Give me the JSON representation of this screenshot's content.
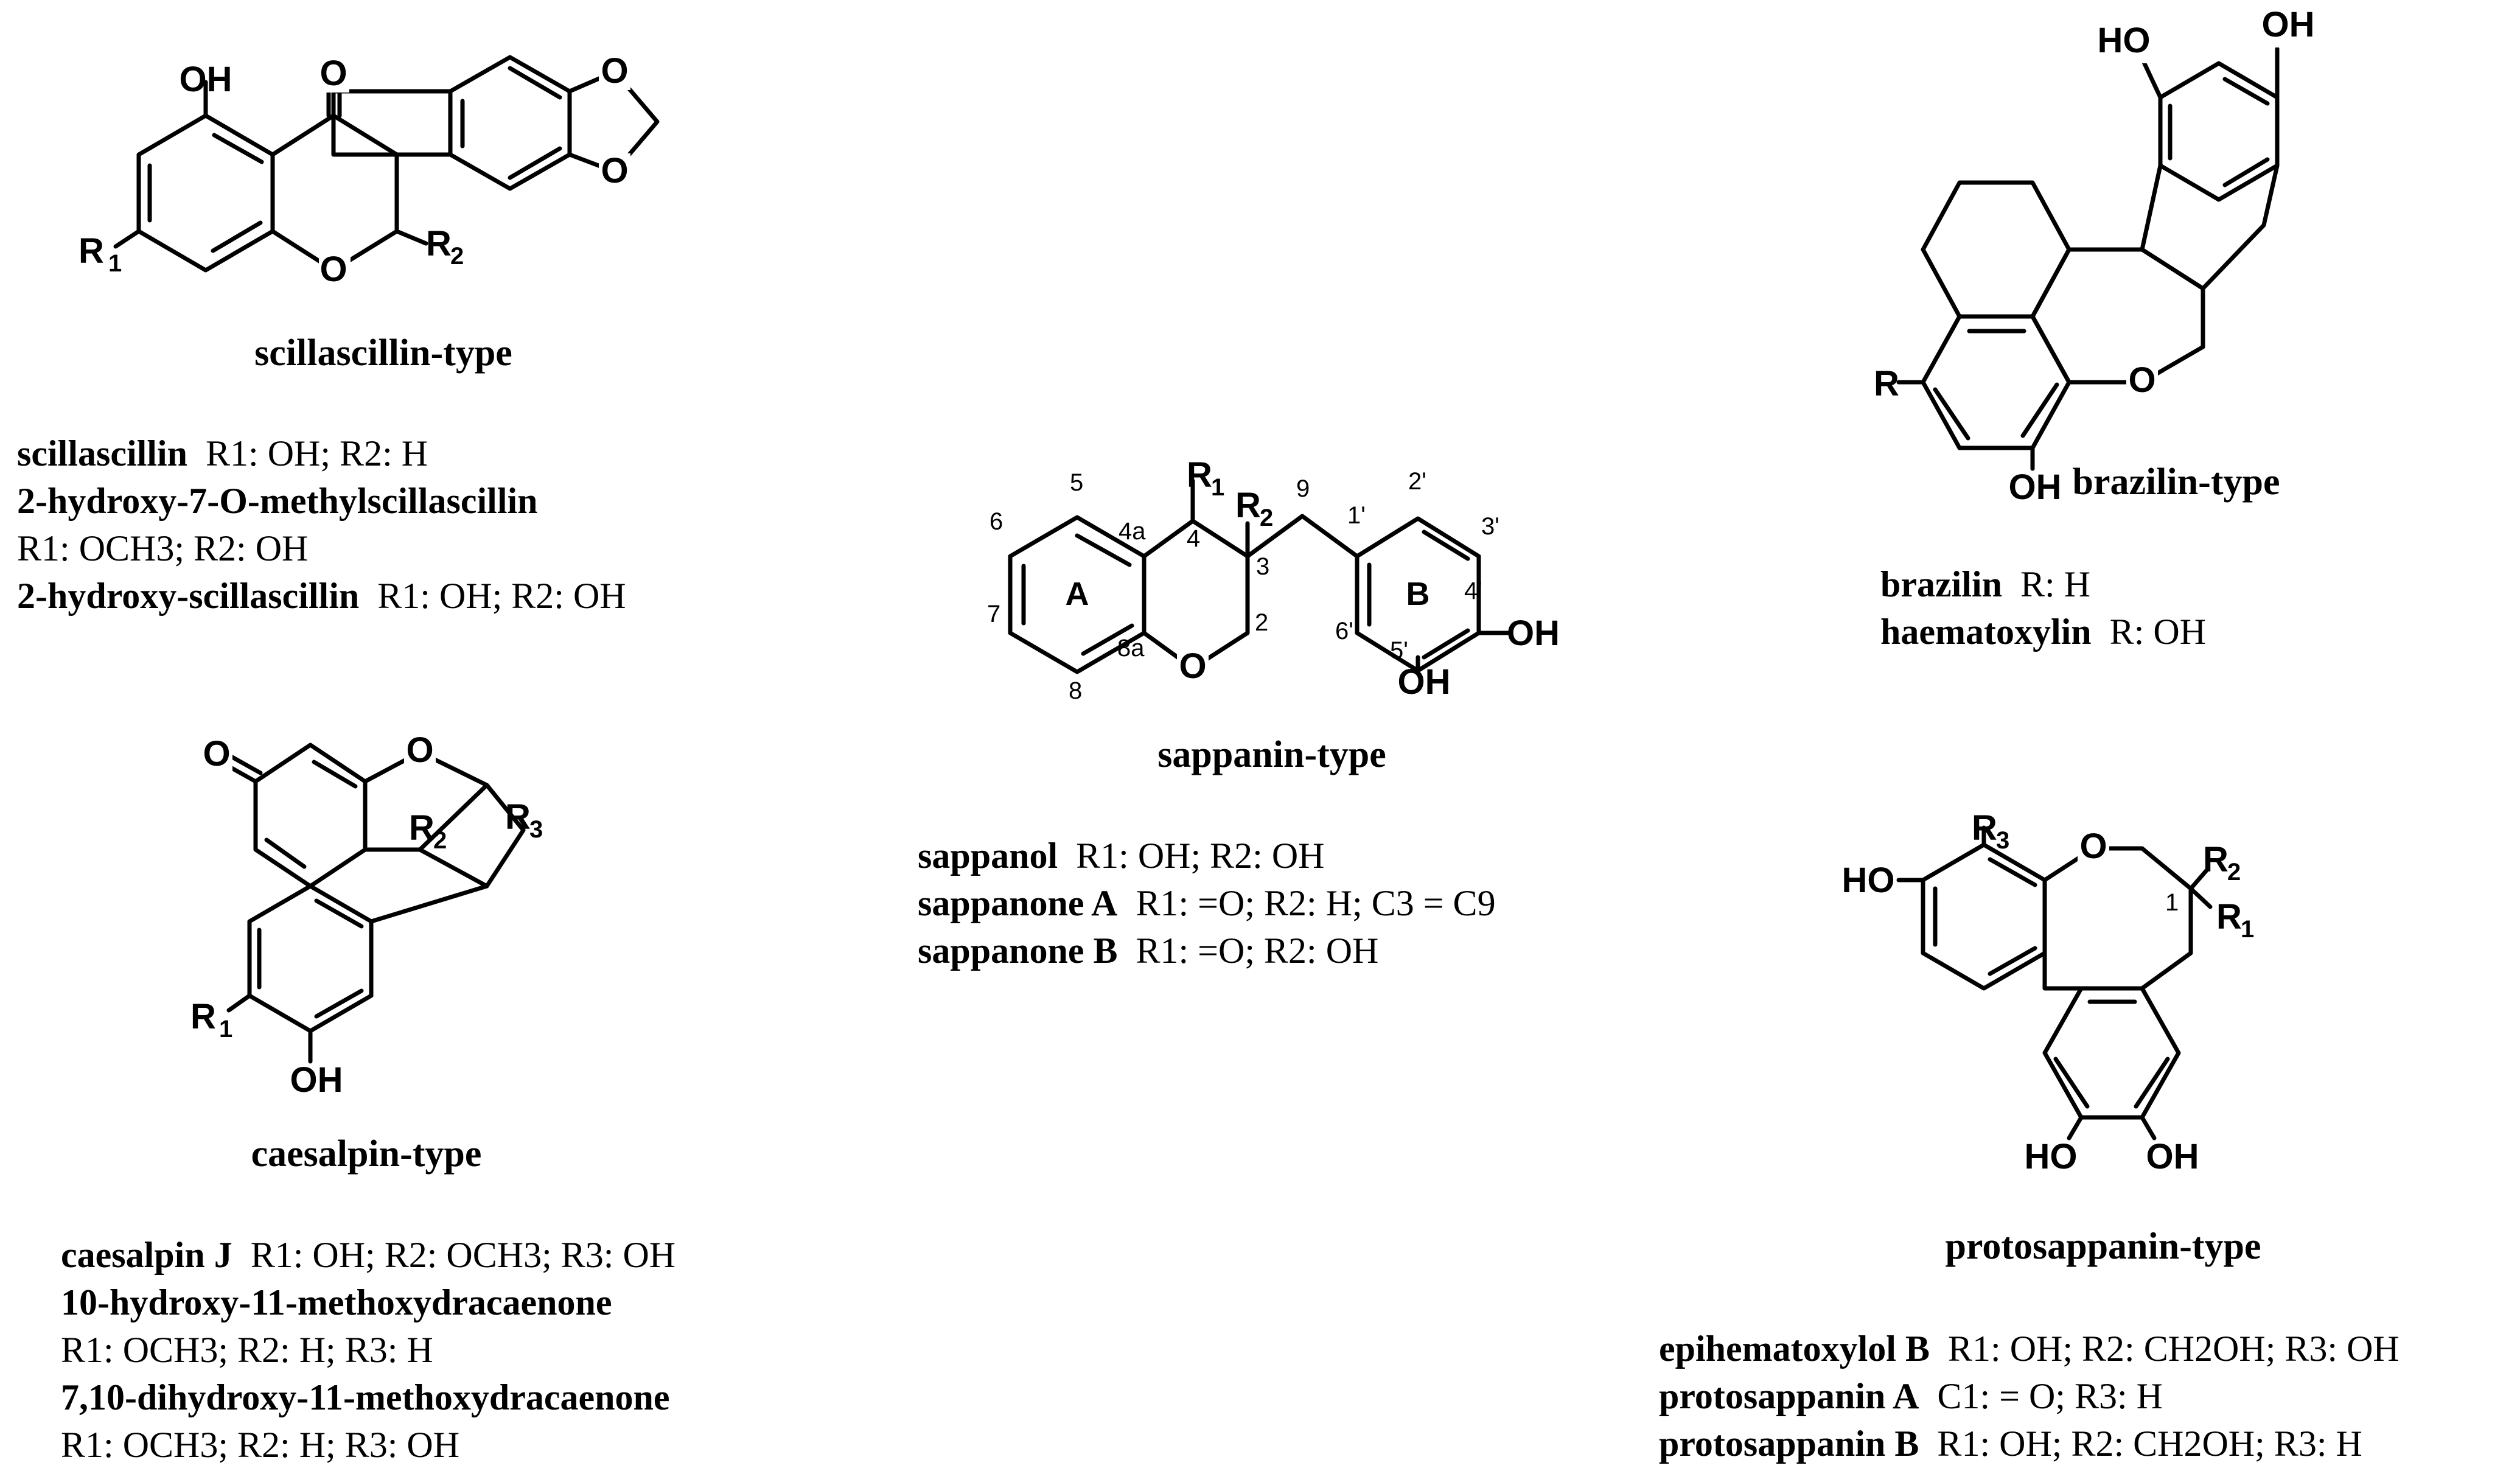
{
  "figure": {
    "scillascillin": {
      "title": "scillascillin-type",
      "atoms": {
        "oh": "OH",
        "o_ketone": "O",
        "o_ring": "O",
        "o_dioxole_top": "O",
        "o_dioxole_bottom": "O",
        "r1": "R",
        "r1_sub": "1",
        "r2": "R",
        "r2_sub": "2"
      },
      "compounds": [
        {
          "name": "scillascillin",
          "groups": "R1: OH; R2: H"
        },
        {
          "name": "2-hydroxy-7-O-methylscillascillin",
          "groups": "R1: OCH3; R2: OH"
        },
        {
          "name": "2-hydroxy-scillascillin",
          "groups": "R1: OH; R2: OH"
        }
      ]
    },
    "sappanin": {
      "title": "sappanin-type",
      "atoms": {
        "r1": "R",
        "r1_sub": "1",
        "r2": "R",
        "r2_sub": "2",
        "o_ring": "O",
        "oh_4p": "OH",
        "oh_5p": "OH",
        "ring_a": "A",
        "ring_b": "B"
      },
      "numbering": [
        "5",
        "6",
        "7",
        "8",
        "4a",
        "8a",
        "4",
        "3",
        "2",
        "9",
        "1'",
        "2'",
        "3'",
        "4'",
        "5'",
        "6'"
      ],
      "compounds": [
        {
          "name": "sappanol",
          "groups": "R1: OH; R2: OH"
        },
        {
          "name": "sappanone A",
          "groups": "R1: =O; R2: H; C3 = C9"
        },
        {
          "name": "sappanone B",
          "groups": "R1: =O; R2: OH"
        }
      ]
    },
    "brazilin": {
      "title": "brazilin-type",
      "atoms": {
        "ho_top_left": "HO",
        "oh_top_right": "OH",
        "r": "R",
        "oh_bottom": "OH",
        "o_ring": "O"
      },
      "compounds": [
        {
          "name": "brazilin",
          "groups": "R: H"
        },
        {
          "name": "haematoxylin",
          "groups": "R: OH"
        }
      ]
    },
    "caesalpin": {
      "title": "caesalpin-type",
      "atoms": {
        "o_ketone": "O",
        "o_ring": "O",
        "r1": "R",
        "r1_sub": "1",
        "r2": "R",
        "r2_sub": "2",
        "r3": "R",
        "r3_sub": "3",
        "oh": "OH"
      },
      "compounds": [
        {
          "name": "caesalpin J",
          "groups": "R1: OH; R2: OCH3; R3: OH"
        },
        {
          "name": "10-hydroxy-11-methoxydracaenone",
          "groups": "R1: OCH3; R2: H; R3: H"
        },
        {
          "name": "7,10-dihydroxy-11-methoxydracaenone",
          "groups": "R1: OCH3; R2: H; R3: OH"
        }
      ]
    },
    "protosappanin": {
      "title": "protosappanin-type",
      "atoms": {
        "ho_left": "HO",
        "r3": "R",
        "r3_sub": "3",
        "o_ring": "O",
        "r2": "R",
        "r2_sub": "2",
        "r1": "R",
        "r1_sub": "1",
        "c1_label": "1",
        "ho_bottom_left": "HO",
        "oh_bottom_right": "OH"
      },
      "compounds": [
        {
          "name": "epihematoxylol B",
          "groups": "R1: OH; R2: CH2OH; R3: OH"
        },
        {
          "name": "protosappanin A",
          "groups": "C1: = O; R3: H"
        },
        {
          "name": "protosappanin B",
          "groups": "R1: OH; R2: CH2OH; R3: H"
        }
      ]
    }
  }
}
